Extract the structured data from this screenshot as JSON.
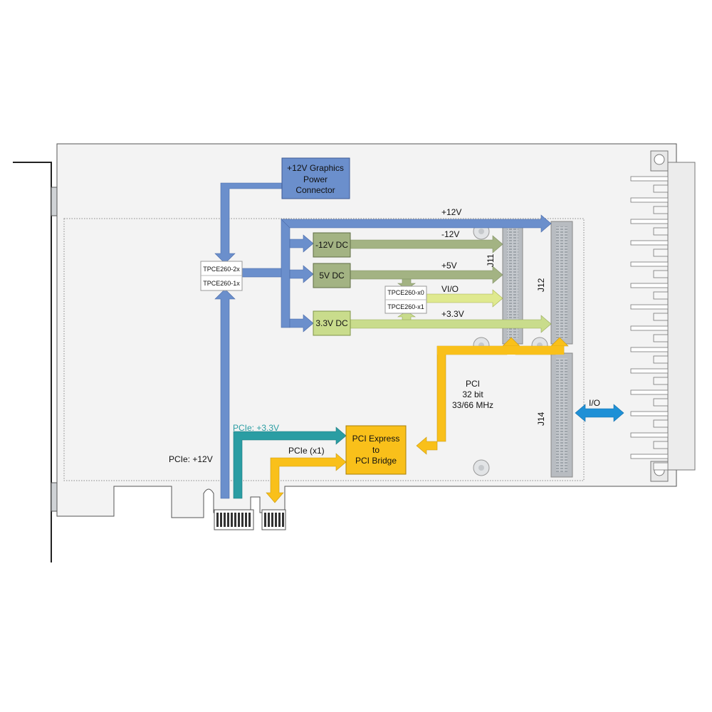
{
  "blocks": {
    "graphics_power": [
      "+12V Graphics",
      "Power",
      "Connector"
    ],
    "dc_m12": "-12V DC",
    "dc_5v": "5V DC",
    "dc_3v3": "3.3V DC",
    "tpce_2x": "TPCE260-2x",
    "tpce_1x": "TPCE260-1x",
    "tpce_x0": "TPCE260-x0",
    "tpce_x1": "TPCE260-x1",
    "bridge": [
      "PCI Express",
      "to",
      "PCI Bridge"
    ]
  },
  "labels": {
    "p12v": "+12V",
    "m12v": "-12V",
    "p5v": "+5V",
    "vio": "VI/O",
    "p3v3": "+3.3V",
    "pcie_12v": "PCIe: +12V",
    "pcie_3v3": "PCIe: +3.3V",
    "pcie_x1": "PCIe (x1)",
    "pci": [
      "PCI",
      "32 bit",
      "33/66 MHz"
    ],
    "io": "I/O"
  },
  "connectors": {
    "j11": "J11",
    "j12": "J12",
    "j14": "J14"
  },
  "colors": {
    "blue": "#6b8fcc",
    "olive": "#a3b383",
    "green_light": "#c9dc8c",
    "yellow": "#f9c01a",
    "teal": "#2a9da3",
    "io_blue": "#1e90d6"
  }
}
